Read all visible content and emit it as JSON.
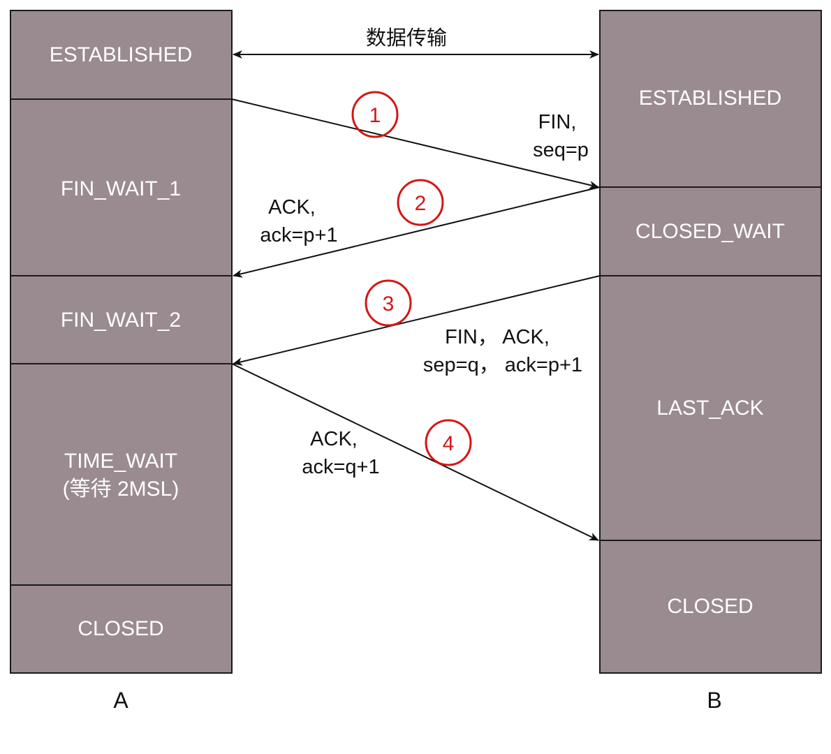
{
  "title": "TCP four-way handshake (connection termination)",
  "colors": {
    "state_fill": "#9a8b90",
    "state_border": "#1a1a1a",
    "arrow": "#111111",
    "step_marker": "#d41616",
    "state_text": "#ffffff"
  },
  "data_transfer_label": "数据传输",
  "hosts": {
    "A": {
      "label": "A",
      "states": [
        {
          "id": "established",
          "lines": [
            "ESTABLISHED"
          ]
        },
        {
          "id": "fin_wait_1",
          "lines": [
            "FIN_WAIT_1"
          ]
        },
        {
          "id": "fin_wait_2",
          "lines": [
            "FIN_WAIT_2"
          ]
        },
        {
          "id": "time_wait",
          "lines": [
            "TIME_WAIT",
            "(等待 2MSL)"
          ]
        },
        {
          "id": "closed",
          "lines": [
            "CLOSED"
          ]
        }
      ]
    },
    "B": {
      "label": "B",
      "states": [
        {
          "id": "established",
          "lines": [
            "ESTABLISHED"
          ]
        },
        {
          "id": "closed_wait",
          "lines": [
            "CLOSED_WAIT"
          ]
        },
        {
          "id": "last_ack",
          "lines": [
            "LAST_ACK"
          ]
        },
        {
          "id": "closed",
          "lines": [
            "CLOSED"
          ]
        }
      ]
    }
  },
  "messages": [
    {
      "step": "1",
      "from": "A",
      "to": "B",
      "lines": [
        "FIN,",
        "seq=p"
      ]
    },
    {
      "step": "2",
      "from": "B",
      "to": "A",
      "lines": [
        "ACK,",
        "ack=p+1"
      ]
    },
    {
      "step": "3",
      "from": "B",
      "to": "A",
      "lines": [
        "FIN，  ACK,",
        "sep=q，  ack=p+1"
      ]
    },
    {
      "step": "4",
      "from": "A",
      "to": "B",
      "lines": [
        "ACK,",
        "ack=q+1"
      ]
    }
  ]
}
